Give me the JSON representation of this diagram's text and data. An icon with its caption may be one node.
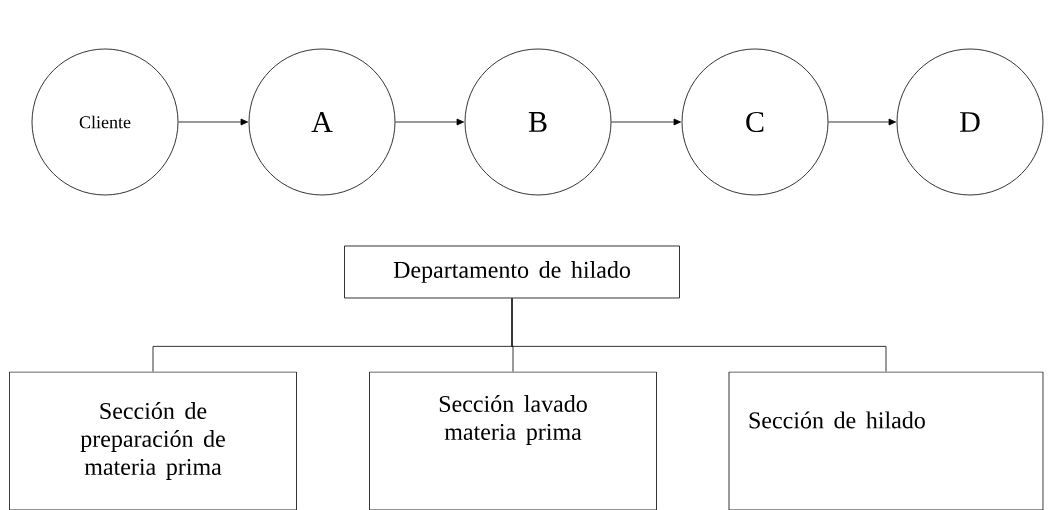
{
  "diagram": {
    "nodes": [
      {
        "text": [
          "Cliente"
        ]
      },
      {
        "text": [
          "A"
        ]
      },
      {
        "text": [
          "B"
        ]
      },
      {
        "text": [
          "C"
        ]
      },
      {
        "text": [
          "D"
        ]
      },
      {
        "text": [
          "Departamento de hilado"
        ]
      },
      {
        "text": [
          "Sección de preparación de materia prima"
        ]
      },
      {
        "text": [
          "Sección lavado materia prima"
        ]
      },
      {
        "text": [
          "Sección de hilado"
        ]
      }
    ],
    "edges": [
      {
        "from": 0,
        "to": 1,
        "arrow": "to"
      },
      {
        "from": 1,
        "to": 2,
        "arrow": "to"
      },
      {
        "from": 2,
        "to": 3,
        "arrow": "to"
      },
      {
        "from": 3,
        "to": 4,
        "arrow": "to"
      },
      {
        "from": 5,
        "to": 6,
        "arrow": "none"
      },
      {
        "from": 5,
        "to": 7,
        "arrow": "none"
      },
      {
        "from": 5,
        "to": 8,
        "arrow": "none"
      }
    ]
  }
}
